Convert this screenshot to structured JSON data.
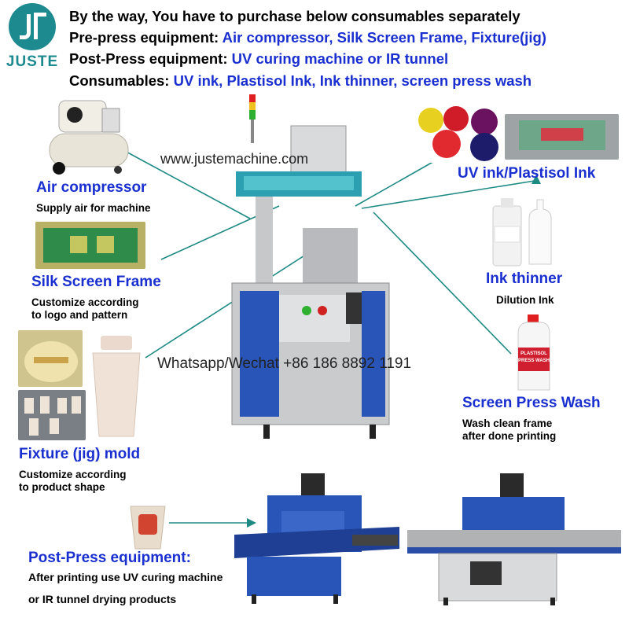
{
  "brand": {
    "name": "JUSTE",
    "color": "#1d8a8f"
  },
  "header": {
    "line1": "By the way, You have to purchase below consumables separately",
    "line2_label": "Pre-press equipment: ",
    "line2_value": "Air compressor, Silk Screen Frame, Fixture(jig)",
    "line3_label": "Post-Press equipment: ",
    "line3_value": "UV curing machine or IR tunnel",
    "line4_label": "Consumables: ",
    "line4_value": "UV ink, Plastisol Ink, Ink thinner, screen press wash"
  },
  "website": "www.justemachine.com",
  "whatsapp": "Whatsapp/Wechat +86 186 8892 1191",
  "items": {
    "air_compressor": {
      "title": "Air compressor",
      "desc": "Supply air for machine"
    },
    "silk_screen": {
      "title": "Silk Screen Frame",
      "desc1": "Customize according",
      "desc2": "to logo and pattern"
    },
    "fixture": {
      "title": "Fixture (jig) mold",
      "desc1": "Customize according",
      "desc2": "to product shape"
    },
    "uv_ink": {
      "title": "UV ink/Plastisol Ink"
    },
    "ink_thinner": {
      "title": "Ink thinner",
      "desc": "Dilution Ink"
    },
    "press_wash": {
      "title": "Screen Press Wash",
      "desc1": "Wash clean frame",
      "desc2": "after done printing",
      "bottle_label1": "PLASTISOL",
      "bottle_label2": "PRESS WASH"
    },
    "post_press": {
      "title": "Post-Press equipment:",
      "desc1": "After printing use UV curing machine",
      "desc2": "or IR tunnel drying products"
    }
  },
  "colors": {
    "accent_blue": "#1a2fd0",
    "connector": "#1e8a84",
    "machine_blue": "#2a55b8"
  }
}
